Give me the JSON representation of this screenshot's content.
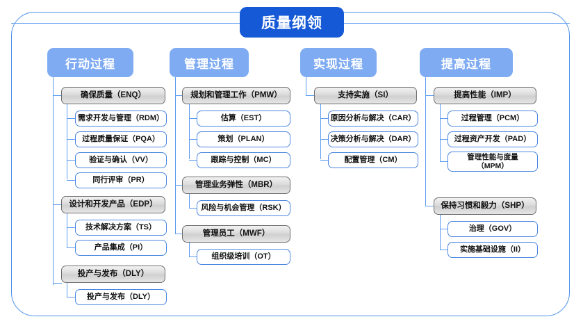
{
  "title": "质量纲领",
  "colors": {
    "root_fill": "#1559d6",
    "header_fill": "#7fabf2",
    "frame_border": "#4a90e8",
    "connector": "#5b9bf0",
    "parent_border": "#6d6d6d",
    "child_border": "#4a86e0"
  },
  "columns": [
    {
      "header": "行动过程",
      "groups": [
        {
          "label": "确保质量（ENQ）",
          "children": [
            "需求开发与管理（RDM）",
            "过程质量保证（PQA）",
            "验证与确认（VV）",
            "同行评审（PR）"
          ]
        },
        {
          "label": "设计和开发产品（EDP）",
          "children": [
            "技术解决方案（TS）",
            "产品集成（PI）"
          ]
        },
        {
          "label": "投产与发布（DLY）",
          "children": [
            "投产与发布（DLY）"
          ]
        }
      ]
    },
    {
      "header": "管理过程",
      "groups": [
        {
          "label": "规划和管理工作（PMW）",
          "children": [
            "估算（EST）",
            "策划（PLAN）",
            "跟踪与控制（MC）"
          ]
        },
        {
          "label": "管理业务弹性（MBR）",
          "children": [
            "风险与机会管理（RSK）"
          ]
        },
        {
          "label": "管理员工（MWF）",
          "children": [
            "组织级培训（OT）"
          ]
        }
      ]
    },
    {
      "header": "实现过程",
      "groups": [
        {
          "label": "支持实施（SI）",
          "children": [
            "原因分析与解决（CAR）",
            "决策分析与解决（DAR）",
            "配置管理（CM）"
          ]
        }
      ]
    },
    {
      "header": "提高过程",
      "groups": [
        {
          "label": "提高性能（IMP）",
          "children": [
            "过程管理（PCM）",
            "过程资产开发（PAD）",
            "管理性能与度量\n（MPM）"
          ]
        },
        {
          "label": "保持习惯和毅力（SHP）",
          "children": [
            "治理（GOV）",
            "实施基础设施（II）"
          ]
        }
      ]
    }
  ]
}
